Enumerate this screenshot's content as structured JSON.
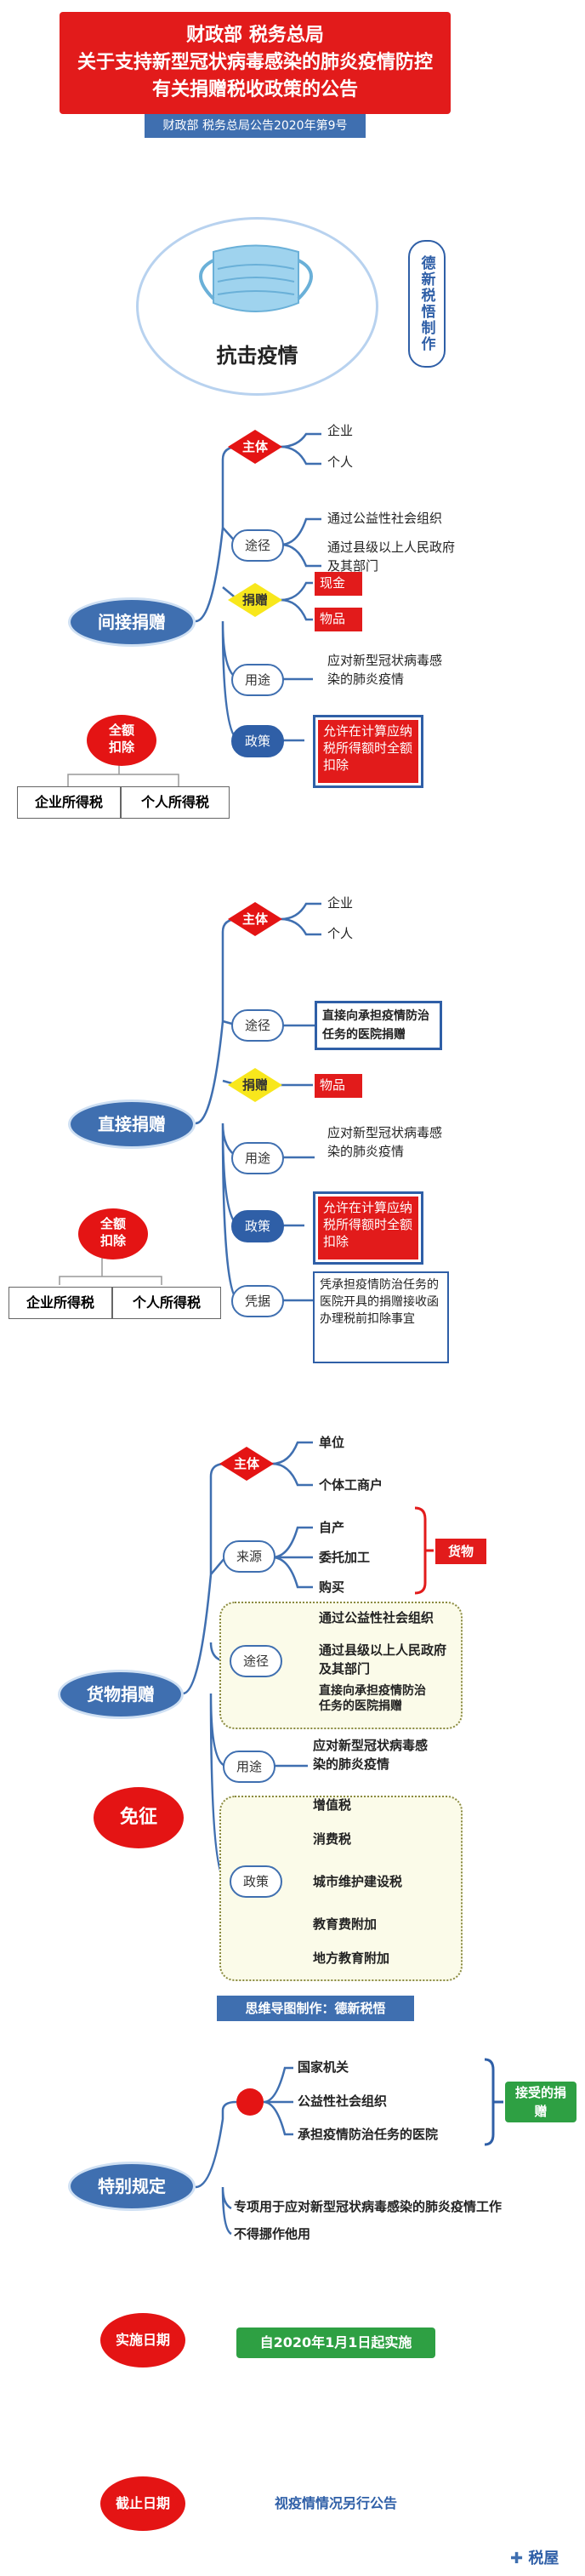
{
  "header": {
    "line1": "财政部 税务总局",
    "line2": "关于支持新型冠状病毒感染的肺炎疫情防控",
    "line3": "有关捐赠税收政策的公告"
  },
  "notice_no": "财政部 税务总局公告2020年第9号",
  "hero": {
    "label": "抗击疫情",
    "side": "德新税悟制作"
  },
  "s1": {
    "center": "间接捐赠",
    "main_label": "主体",
    "main_items": [
      "企业",
      "个人"
    ],
    "route_label": "途径",
    "route_items": [
      "通过公益性社会组织",
      "通过县级以上人民政府及其部门"
    ],
    "donate_label": "捐赠",
    "donate_items": [
      "现金",
      "物品"
    ],
    "use_label": "用途",
    "use_text": "应对新型冠状病毒感染的肺炎疫情",
    "policy_label": "政策",
    "policy_text": "允许在计算应纳税所得额时全额扣除",
    "deduct": "全额扣除",
    "tax1": "企业所得税",
    "tax2": "个人所得税"
  },
  "s2": {
    "center": "直接捐赠",
    "main_label": "主体",
    "main_items": [
      "企业",
      "个人"
    ],
    "route_label": "途径",
    "route_text": "直接向承担疫情防治任务的医院捐赠",
    "donate_label": "捐赠",
    "donate_item": "物品",
    "use_label": "用途",
    "use_text": "应对新型冠状病毒感染的肺炎疫情",
    "policy_label": "政策",
    "policy_text": "允许在计算应纳税所得额时全额扣除",
    "proof_label": "凭据",
    "proof_text": "凭承担疫情防治任务的医院开具的捐赠接收函办理税前扣除事宜",
    "deduct": "全额扣除",
    "tax1": "企业所得税",
    "tax2": "个人所得税"
  },
  "s3": {
    "center": "货物捐赠",
    "exempt": "免征",
    "main_label": "主体",
    "main_items": [
      "单位",
      "个体工商户"
    ],
    "source_label": "来源",
    "source_items": [
      "自产",
      "委托加工",
      "购买"
    ],
    "goods": "货物",
    "route_label": "途径",
    "route_items": [
      "通过公益性社会组织",
      "通过县级以上人民政府及其部门",
      "直接向承担疫情防治任务的医院捐赠"
    ],
    "use_label": "用途",
    "use_text": "应对新型冠状病毒感染的肺炎疫情",
    "policy_label": "政策",
    "policy_items": [
      "增值税",
      "消费税",
      "城市维护建设税",
      "教育费附加",
      "地方教育附加"
    ]
  },
  "credit": "思维导图制作：德新税悟",
  "s4": {
    "center": "特别规定",
    "items": [
      "国家机关",
      "公益性社会组织",
      "承担疫情防治任务的医院"
    ],
    "received": "接受的捐赠",
    "rule1": "专项用于应对新型冠状病毒感染的肺炎疫情工作",
    "rule2": "不得挪作他用"
  },
  "impl": {
    "label": "实施日期",
    "value": "自2020年1月1日起实施"
  },
  "end": {
    "label": "截止日期",
    "value": "视疫情情况另行公告"
  },
  "watermark": "税屋"
}
